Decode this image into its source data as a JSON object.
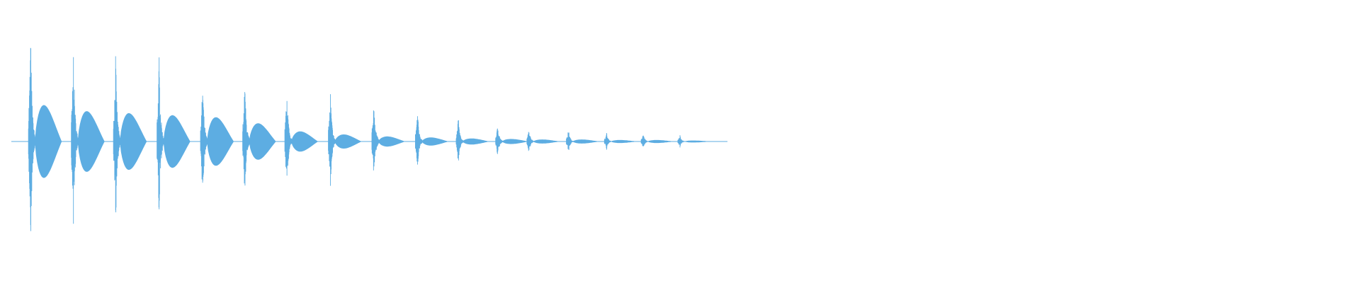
{
  "waveform": {
    "color": "#5dade2",
    "background": "#ffffff",
    "events": [
      {
        "t": 0.0225,
        "peak": 1.0,
        "tail": 0.36
      },
      {
        "t": 0.054,
        "peak": 0.84,
        "tail": 0.3
      },
      {
        "t": 0.085,
        "peak": 0.8,
        "tail": 0.28
      },
      {
        "t": 0.117,
        "peak": 0.76,
        "tail": 0.26
      },
      {
        "t": 0.149,
        "peak": 0.56,
        "tail": 0.24
      },
      {
        "t": 0.18,
        "peak": 0.55,
        "tail": 0.18
      },
      {
        "t": 0.211,
        "peak": 0.5,
        "tail": 0.1
      },
      {
        "t": 0.243,
        "peak": 0.45,
        "tail": 0.07
      },
      {
        "t": 0.275,
        "peak": 0.4,
        "tail": 0.05
      },
      {
        "t": 0.307,
        "peak": 0.28,
        "tail": 0.04
      },
      {
        "t": 0.337,
        "peak": 0.22,
        "tail": 0.03
      },
      {
        "t": 0.366,
        "peak": 0.16,
        "tail": 0.025
      },
      {
        "t": 0.389,
        "peak": 0.12,
        "tail": 0.02
      },
      {
        "t": 0.418,
        "peak": 0.11,
        "tail": 0.02
      },
      {
        "t": 0.446,
        "peak": 0.08,
        "tail": 0.015
      },
      {
        "t": 0.473,
        "peak": 0.07,
        "tail": 0.015
      },
      {
        "t": 0.5,
        "peak": 0.06,
        "tail": 0.01
      }
    ],
    "end": 0.535
  }
}
